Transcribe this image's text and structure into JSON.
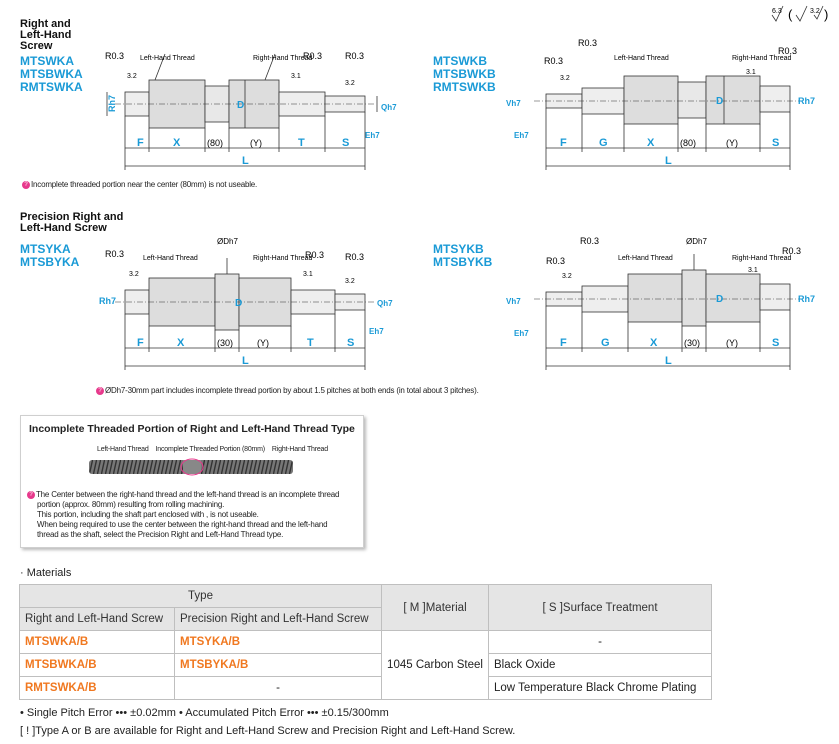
{
  "roughness": {
    "a": "6.3",
    "b": "3.2"
  },
  "section1": {
    "title_lines": [
      "Right and",
      "Left-Hand",
      "Screw"
    ],
    "codes_a": [
      "MTSWKA",
      "MTSBWKA",
      "RMTSWKA"
    ],
    "codes_b": [
      "MTSWKB",
      "MTSBWKB",
      "RMTSWKB"
    ],
    "note": "Incomplete threaded portion near the center (80mm) is not useable.",
    "center_label": "(80)"
  },
  "section2": {
    "title_lines": [
      "Precision Right and",
      "Left-Hand Screw"
    ],
    "codes_a": [
      "MTSYKA",
      "MTSBYKA"
    ],
    "codes_b": [
      "MTSYKB",
      "MTSBYKB"
    ],
    "note": "ØDh7-30mm part includes incomplete thread portion by about 1.5 pitches at both ends (in total about 3 pitches).",
    "center_label": "(30)"
  },
  "drawing_labels": {
    "r03": "R0.3",
    "left_thread": "Left-Hand Thread",
    "right_thread": "Right-Hand Thread",
    "rough32": "3.2",
    "rough31": "3.1",
    "F": "F",
    "X": "X",
    "Y": "(Y)",
    "T": "T",
    "S": "S",
    "L": "L",
    "G": "G",
    "D": "D",
    "Rh7": "Rh7",
    "Qh7": "Qh7",
    "Eh7": "Eh7",
    "Vh7": "Vh7",
    "ODh7": "ØDh7"
  },
  "box": {
    "title": "Incomplete Threaded Portion of Right and Left-Hand Thread Type",
    "labels": [
      "Left-Hand Thread",
      "Incomplete Threaded Portion (80mm)",
      "Right-Hand Thread"
    ],
    "note_lines": [
      "The Center between the right-hand thread and the left-hand thread is an incomplete thread",
      "portion (approx. 80mm) resulting from rolling machining.",
      "This portion, including the shaft part enclosed with     , is not useable.",
      "When being required to use the center between the right-hand thread and the left-hand",
      "thread as the shaft, select the Precision Right and Left-Hand Thread type."
    ]
  },
  "materials": {
    "label": "· Materials",
    "header_type": "Type",
    "header_col1": "Right and Left-Hand Screw",
    "header_col2": "Precision Right and Left-Hand Screw",
    "header_material": "[ M ]Material",
    "header_surface": "[ S ]Surface Treatment",
    "rows": [
      {
        "c1": "MTSWKA/B",
        "c2": "MTSYKA/B",
        "surface": "-"
      },
      {
        "c1": "MTSBWKA/B",
        "c2": "MTSBYKA/B",
        "surface": "Black Oxide"
      },
      {
        "c1": "RMTSWKA/B",
        "c2": "-",
        "surface": "Low Temperature Black Chrome Plating"
      }
    ],
    "material": "1045 Carbon Steel"
  },
  "footer": {
    "line1": "• Single Pitch Error ••• ±0.02mm • Accumulated Pitch Error ••• ±0.15/300mm",
    "line2": "[ ! ]Type A or B are available for Right and Left-Hand Screw and Precision Right and Left-Hand Screw."
  }
}
